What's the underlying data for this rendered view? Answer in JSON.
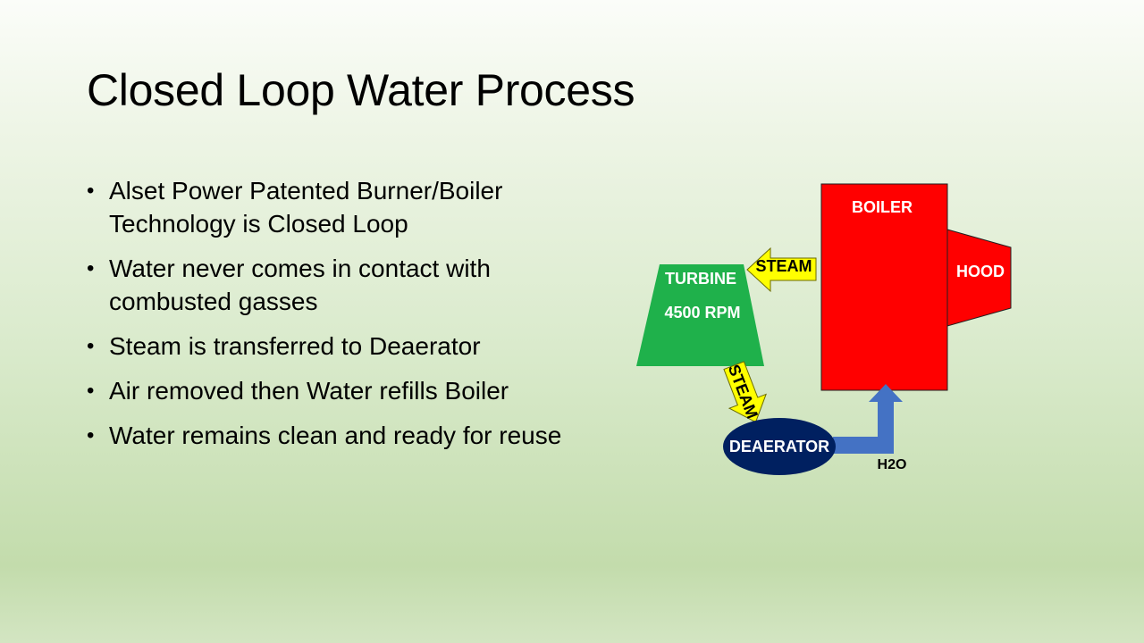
{
  "slide": {
    "title": "Closed Loop Water Process",
    "bullets": [
      "Alset Power Patented Burner/Boiler Technology is Closed Loop",
      "Water never comes in contact with combusted gasses",
      "Steam is transferred to Deaerator",
      "Air removed then Water refills Boiler",
      "Water remains clean and ready for reuse"
    ]
  },
  "diagram": {
    "boiler": {
      "label": "BOILER",
      "color": "#ff0000"
    },
    "hood": {
      "label": "HOOD",
      "color": "#ff0000"
    },
    "turbine": {
      "label": "TURBINE",
      "speed": "4500 RPM",
      "color": "#1fb14b"
    },
    "steam_arrow_top": {
      "label": "STEAM",
      "color": "#ffff00"
    },
    "steam_arrow_down": {
      "label": "STEAM",
      "color": "#ffff00"
    },
    "deaerator": {
      "label": "DEAERATOR",
      "color": "#002060"
    },
    "water_return": {
      "label": "H2O",
      "color": "#4472c4"
    }
  }
}
